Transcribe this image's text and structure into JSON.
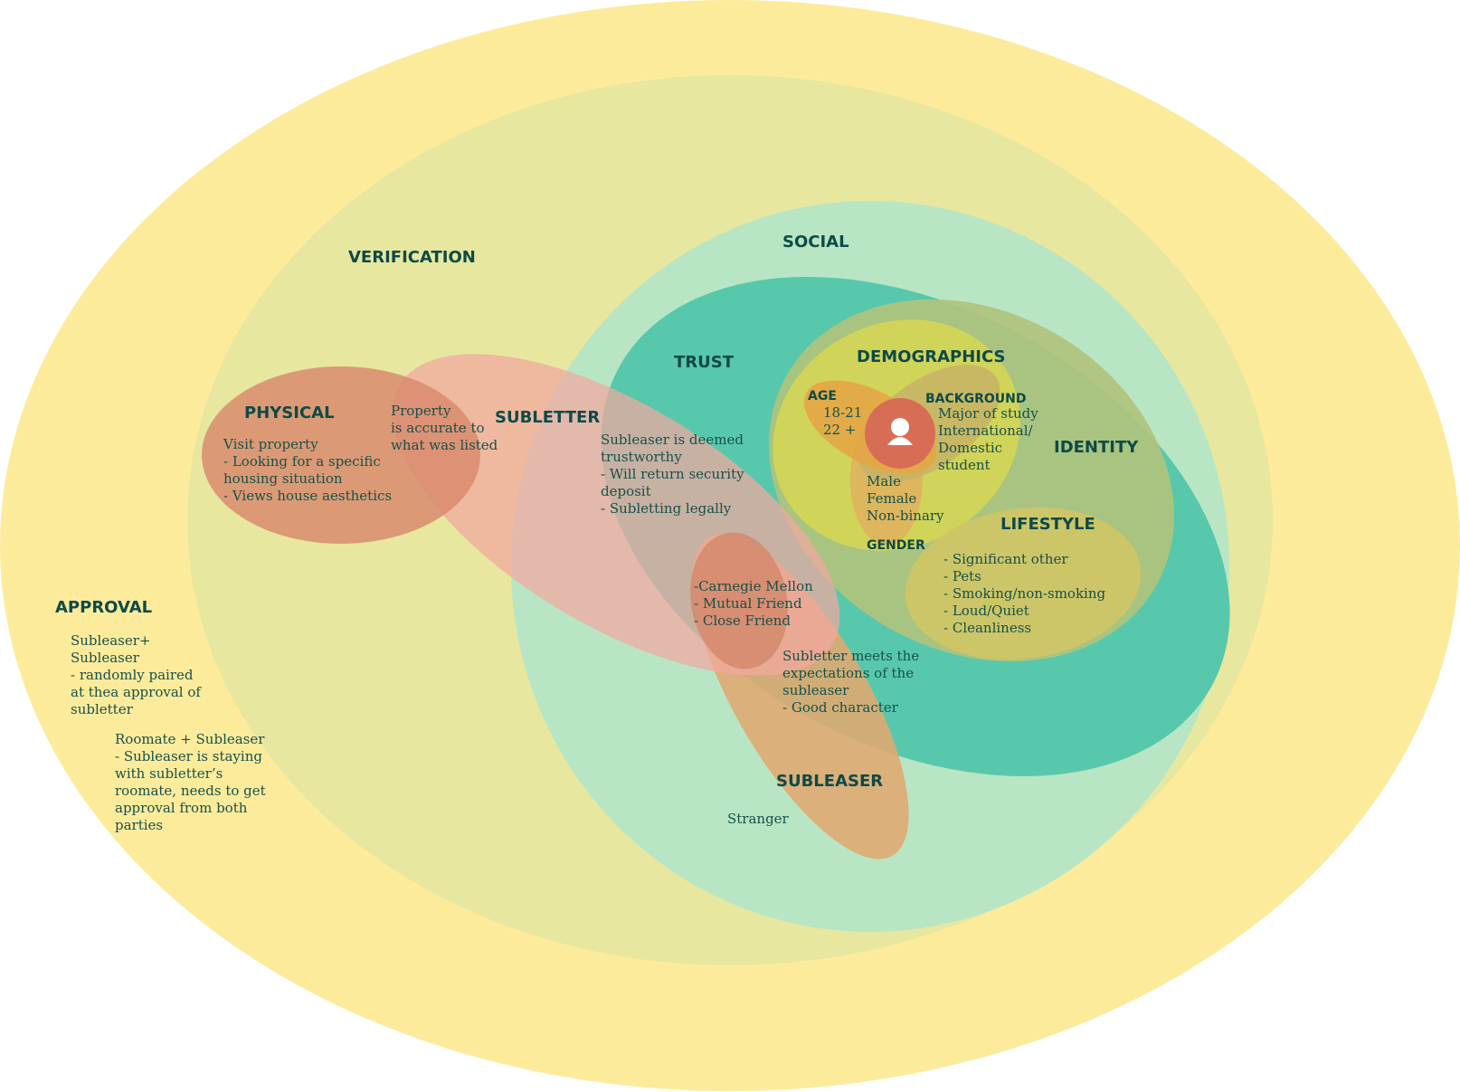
{
  "colors": {
    "approval": "#fdeb9c",
    "verification": "#e7e79f",
    "social": "#b8e6c4",
    "trust": "#58c8ac",
    "identity": "#b0c37d",
    "demographics": "#d4d654",
    "age": "#e5a544",
    "background": "#c6b266",
    "gender": "#e0b05e",
    "lifestyle": "#cfc566",
    "physical": "#d8876a",
    "subletter": "#f3a8a0",
    "subleaser": "#e0a870",
    "friend": "#d58a6c",
    "person": "#d86d56",
    "heading": "#0d4a47",
    "body_text": "#17504a"
  },
  "center_icon": "person-icon",
  "labels": {
    "approval": "APPROVAL",
    "verification": "VERIFICATION",
    "social": "SOCIAL",
    "trust": "TRUST",
    "demographics": "DEMOGRAPHICS",
    "identity": "IDENTITY",
    "physical": "PHYSICAL",
    "subletter": "SUBLETTER",
    "age": "AGE",
    "background": "BACKGROUND",
    "gender": "GENDER",
    "lifestyle": "LIFESTYLE",
    "subleaser": "SUBLEASER"
  },
  "notes": {
    "approval_pair": [
      "Subleaser+",
      "Subleaser",
      "- randomly paired",
      "at thea approval of",
      "subletter"
    ],
    "approval_roommate": [
      "Roomate + Subleaser",
      "- Subleaser is staying",
      "with subletter’s",
      "roomate, needs to get",
      "approval from both",
      "parties"
    ],
    "physical": [
      "Visit property",
      "- Looking for a specific",
      "housing situation",
      "- Views house aesthetics"
    ],
    "property": [
      "Property",
      "is accurate to",
      "what was listed"
    ],
    "trust": [
      "Subleaser is deemed",
      "trustworthy",
      "- Will return security",
      "deposit",
      "- Subletting legally"
    ],
    "age": [
      "18-21",
      "22 +"
    ],
    "background": [
      "Major of study",
      "International/",
      "Domestic",
      "student"
    ],
    "gender": [
      "Male",
      "Female",
      "Non-binary"
    ],
    "lifestyle": [
      "- Significant other",
      "- Pets",
      "- Smoking/non-smoking",
      "- Loud/Quiet",
      "- Cleanliness"
    ],
    "friend": [
      "-Carnegie Mellon",
      "- Mutual Friend",
      "- Close Friend"
    ],
    "expectations": [
      "Subletter meets the",
      "expectations of the",
      "subleaser",
      "- Good character"
    ],
    "stranger": [
      "Stranger"
    ]
  }
}
